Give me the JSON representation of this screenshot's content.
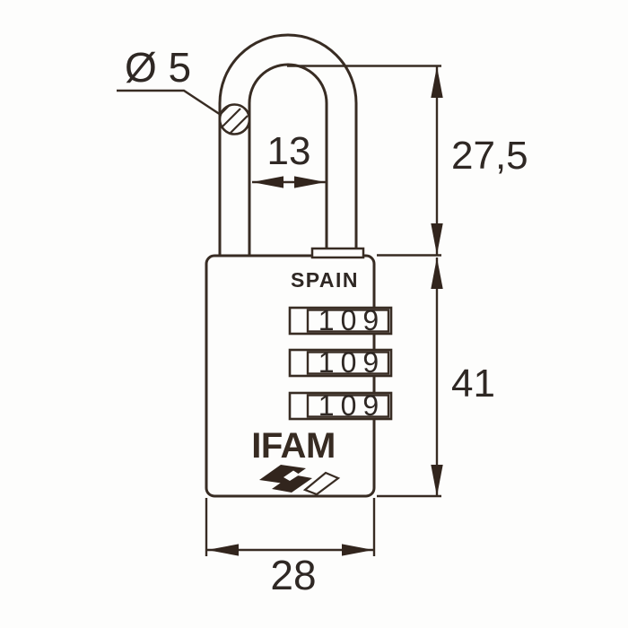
{
  "diagram": {
    "kind": "padlock technical drawing",
    "background_color": "#fdfdfc",
    "ink_color": "#382c23"
  },
  "dimensions": {
    "shackle_diameter_label": "Ø 5",
    "shackle_inner_width_label": "13",
    "shackle_height_label": "27,5",
    "body_height_label": "41",
    "body_width_label": "28"
  },
  "body": {
    "origin_text": "SPAIN",
    "brand_text": "IFAM"
  },
  "dials": {
    "rows": [
      "109",
      "109",
      "109"
    ]
  }
}
